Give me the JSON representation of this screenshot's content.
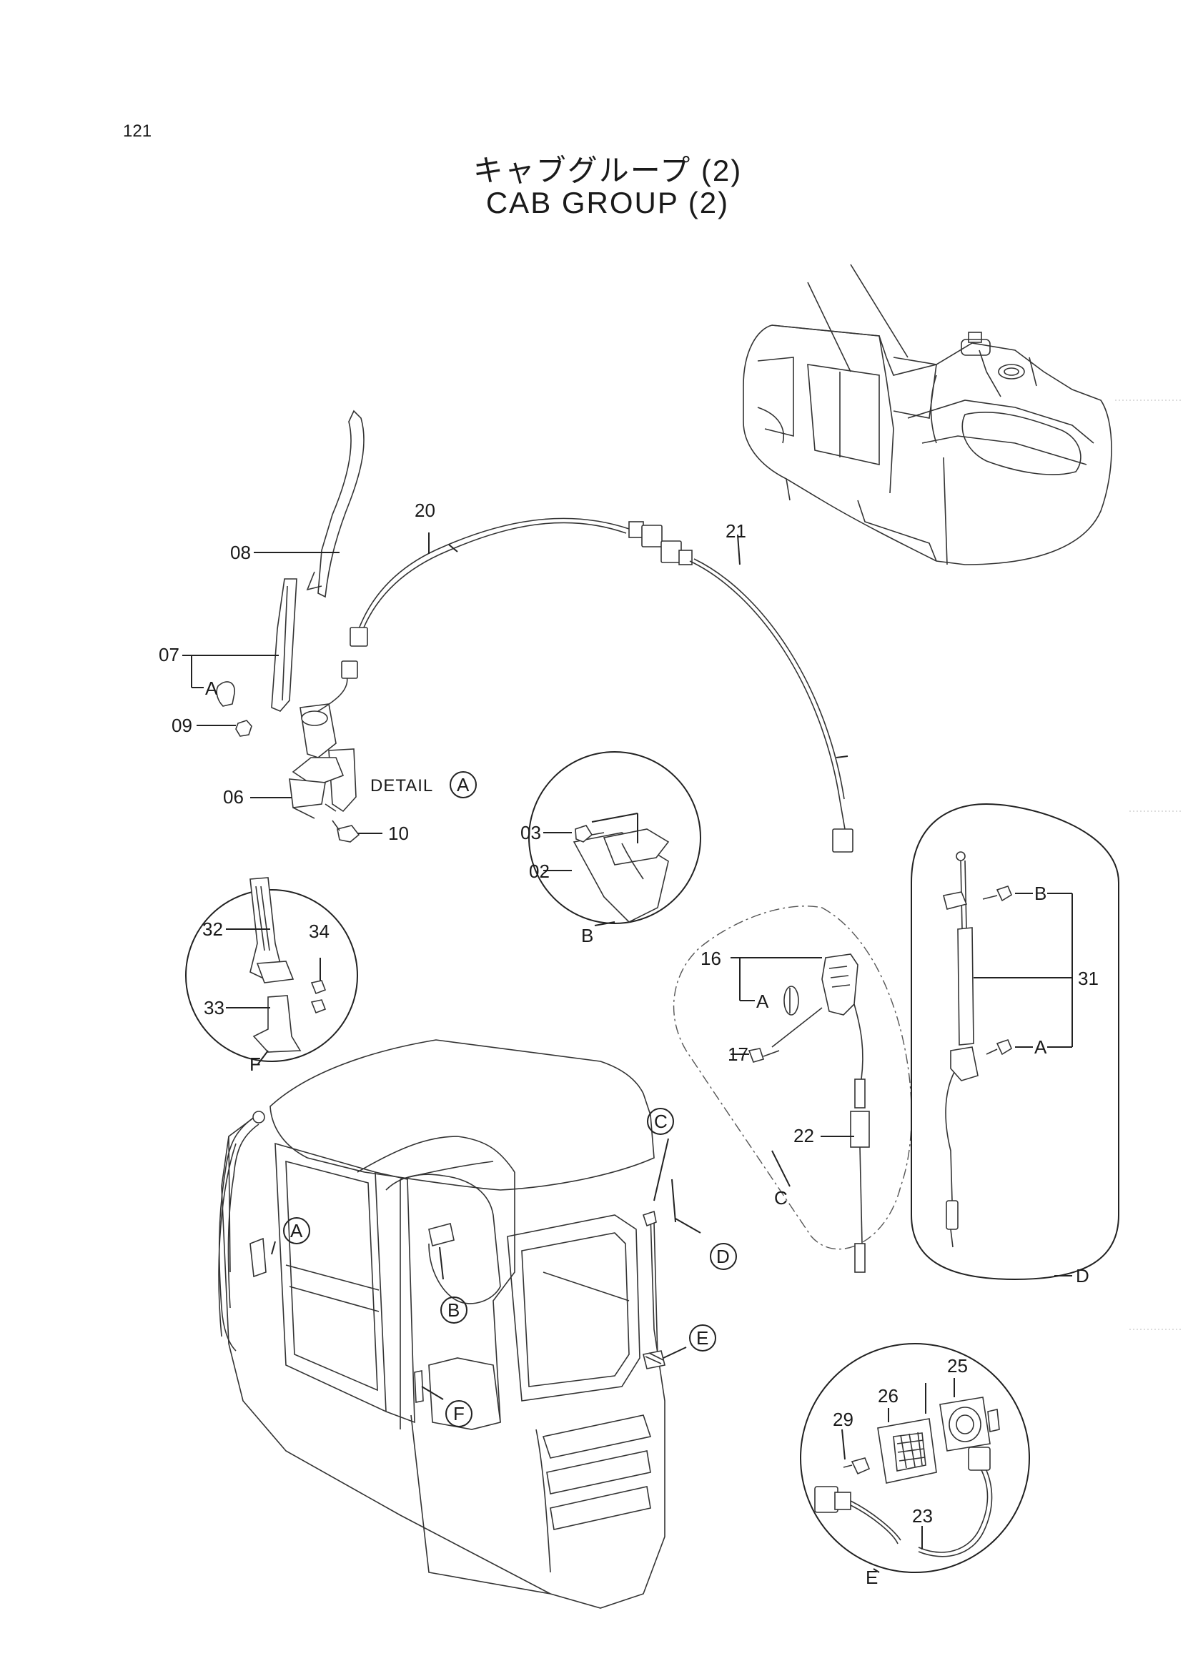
{
  "header": {
    "page_number": "121",
    "title_ja": "キャブグループ (2)",
    "title_en": "CAB GROUP (2)"
  },
  "detail_label": {
    "text": "DETAIL",
    "ref": "A"
  },
  "part_labels": {
    "p02": "02",
    "p03": "03",
    "p06": "06",
    "p07": "07",
    "p08": "08",
    "p09": "09",
    "p10": "10",
    "p16": "16",
    "p17": "17",
    "p20": "20",
    "p21": "21",
    "p22": "22",
    "p23": "23",
    "p25": "25",
    "p26": "26",
    "p29": "29",
    "p31": "31",
    "p32": "32",
    "p33": "33",
    "p34": "34"
  },
  "sub_refs": {
    "a07": "A",
    "a16": "A",
    "a31": "A",
    "b31": "B"
  },
  "callouts": {
    "cab_a": "A",
    "cab_b": "B",
    "cab_c": "C",
    "cab_d": "D",
    "cab_e": "E",
    "cab_f": "F",
    "detail_b": "B",
    "detail_c": "C",
    "detail_d": "D",
    "detail_e": "E",
    "detail_f": "F"
  }
}
